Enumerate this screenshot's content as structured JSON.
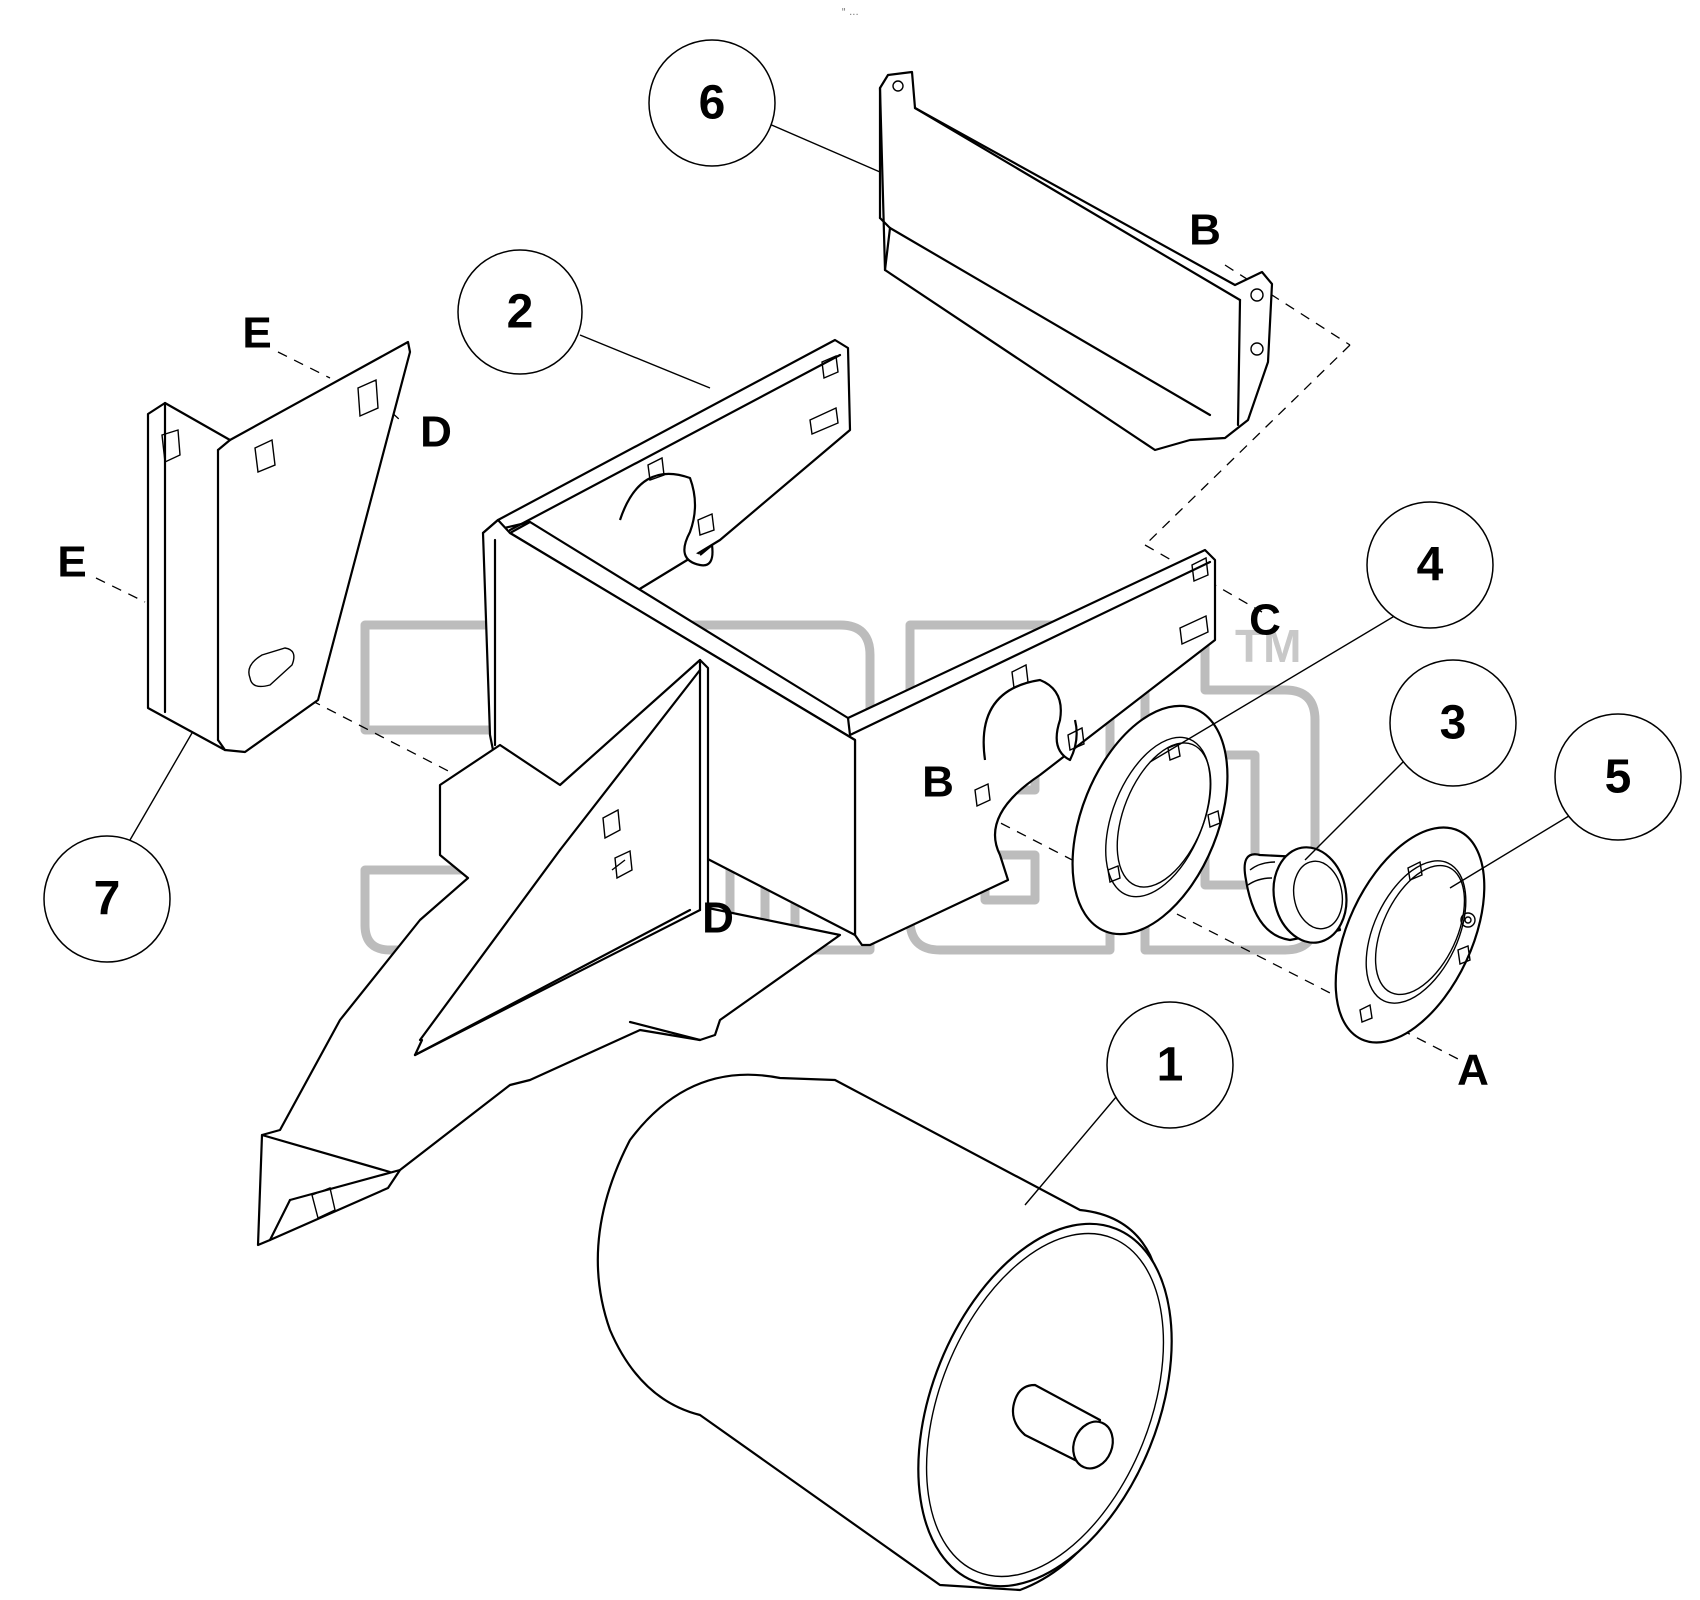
{
  "header_mark": "\" ...",
  "watermark": {
    "text": "ama",
    "trademark": "TM"
  },
  "callouts": [
    {
      "number": "1",
      "part": "roller-drum"
    },
    {
      "number": "2",
      "part": "main-frame"
    },
    {
      "number": "3",
      "part": "bearing-insert"
    },
    {
      "number": "4",
      "part": "bearing-flange-inner"
    },
    {
      "number": "5",
      "part": "bearing-flange-outer"
    },
    {
      "number": "6",
      "part": "scraper-plate"
    },
    {
      "number": "7",
      "part": "side-bracket"
    }
  ],
  "reference_letters": {
    "a": "A",
    "b_top": "B",
    "b_mid": "B",
    "c": "C",
    "d_bracket": "D",
    "d_frame": "D",
    "e_top": "E",
    "e_left": "E"
  }
}
